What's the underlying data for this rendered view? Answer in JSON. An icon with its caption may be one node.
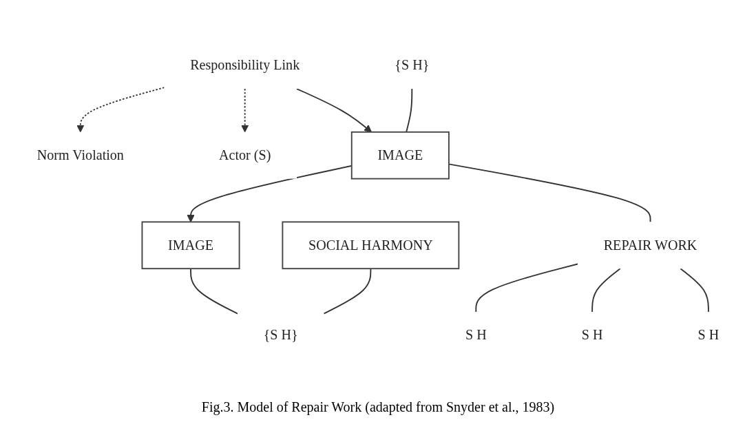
{
  "diagram": {
    "caption": "Fig.3. Model of Repair Work (adapted from Snyder et al., 1983)",
    "nodes": [
      {
        "text": [
          "Norm Violation"
        ]
      },
      {
        "text": [
          "Responsibility Link"
        ]
      },
      {
        "text": [
          "Actor (S)"
        ]
      },
      {
        "text": [
          "{S H}"
        ]
      },
      {
        "text": [
          "IMAGE"
        ]
      },
      {
        "text": [
          "IMAGE"
        ]
      },
      {
        "text": [
          "{S H}"
        ]
      },
      {
        "text": [
          "SOCIAL HARMONY"
        ]
      },
      {
        "text": [
          "REPAIR WORK"
        ]
      },
      {
        "text": [
          "S H"
        ]
      },
      {
        "text": [
          "S H"
        ]
      },
      {
        "text": [
          "S H"
        ]
      }
    ],
    "edges": [
      {
        "from": 1,
        "to": 0,
        "arrow": "to",
        "style": "dashed"
      },
      {
        "from": 1,
        "to": 2,
        "arrow": "to",
        "style": "dashed"
      },
      {
        "from": 1,
        "to": 4,
        "arrow": "to"
      },
      {
        "from": 3,
        "to": 4,
        "arrow": "none"
      },
      {
        "from": 4,
        "to": 5,
        "arrow": "to"
      },
      {
        "from": 5,
        "to": 6,
        "arrow": "none"
      },
      {
        "from": 7,
        "to": 6,
        "arrow": "none"
      },
      {
        "from": 4,
        "to": 8,
        "arrow": "none"
      },
      {
        "from": 8,
        "to": 9,
        "arrow": "none"
      },
      {
        "from": 8,
        "to": 10,
        "arrow": "none"
      },
      {
        "from": 8,
        "to": 11,
        "arrow": "none"
      }
    ]
  }
}
